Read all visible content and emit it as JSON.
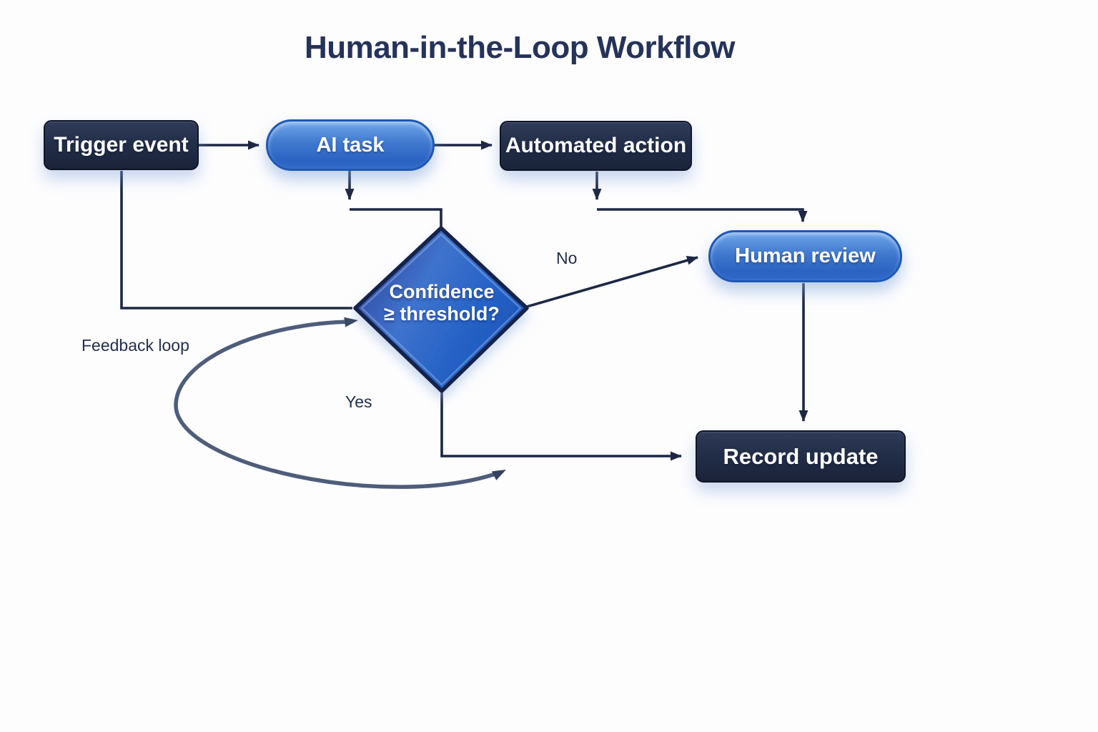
{
  "title": "Human-in-the-Loop Workflow",
  "nodes": {
    "trigger_event": {
      "label": "Trigger event",
      "shape": "rectangle",
      "fill": "#232e49"
    },
    "ai_task": {
      "label": "AI task",
      "shape": "pill",
      "fill": "#2f6cc8"
    },
    "automated_action": {
      "label": "Automated action",
      "shape": "rectangle",
      "fill": "#232e49"
    },
    "decision": {
      "line1": "Confidence",
      "line2": "≥ threshold?",
      "shape": "diamond",
      "fill": "#2e63c4"
    },
    "human_review": {
      "label": "Human review",
      "shape": "pill",
      "fill": "#3c7bd0"
    },
    "record_update": {
      "label": "Record update",
      "shape": "rectangle",
      "fill": "#232e49"
    }
  },
  "edges": {
    "no_label": "No",
    "yes_label": "Yes",
    "feedback_label": "Feedback loop"
  },
  "colors": {
    "background": "#fdfdfe",
    "connector": "#1c2843",
    "feedback_arc": "#4d5d7a",
    "title_text": "#25335a",
    "node_text": "#ffffff",
    "pill_border": "#1e58b4",
    "dark_box_border": "#0d1526"
  }
}
